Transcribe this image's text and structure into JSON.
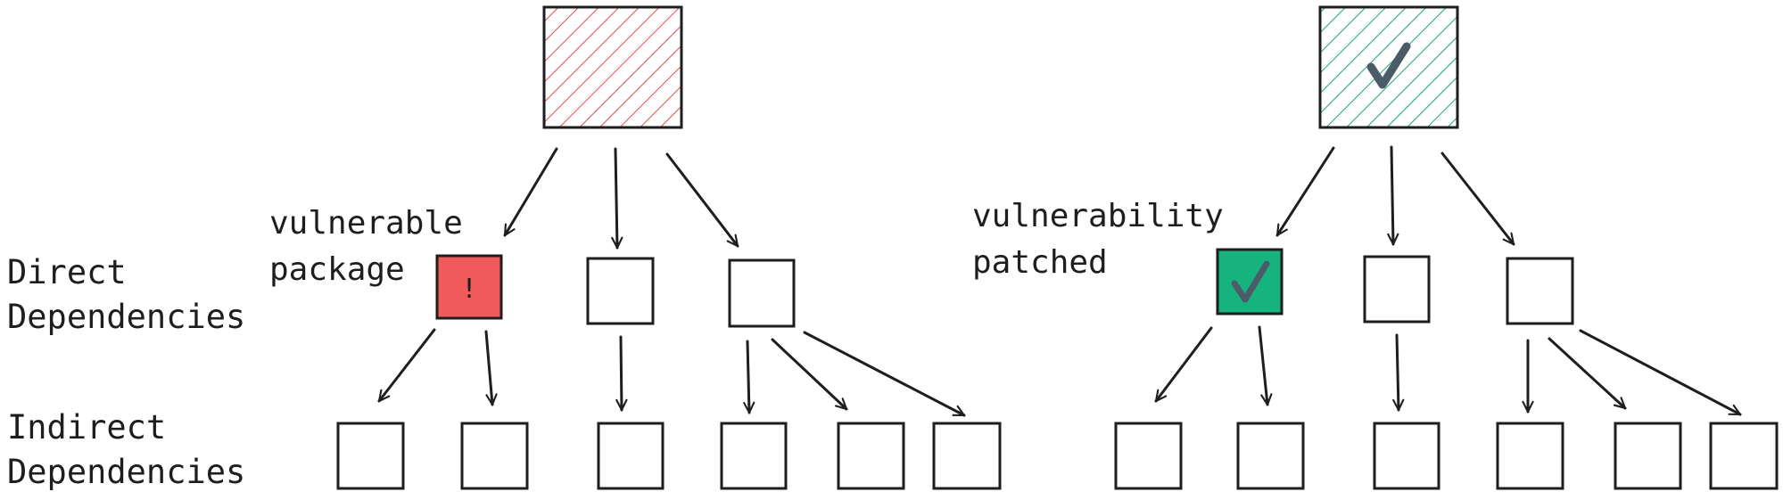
{
  "labels": {
    "direct_line1": "Direct",
    "direct_line2": "Dependencies",
    "indirect_line1": "Indirect",
    "indirect_line2": "Dependencies",
    "vulnerable_line1": "vulnerable",
    "vulnerable_line2": "package",
    "patched_line1": "vulnerability",
    "patched_line2": "patched",
    "alert_mark": "!"
  },
  "colors": {
    "vulnerable_fill": "#f15a5a",
    "vulnerable_hatch": "#e84a4a",
    "patched_fill": "#17b37f",
    "patched_hatch": "#17a779",
    "check": "#4b5b68",
    "stroke": "#1e1e1e"
  },
  "icons": {
    "alert": "exclamation-icon",
    "check": "check-icon"
  }
}
